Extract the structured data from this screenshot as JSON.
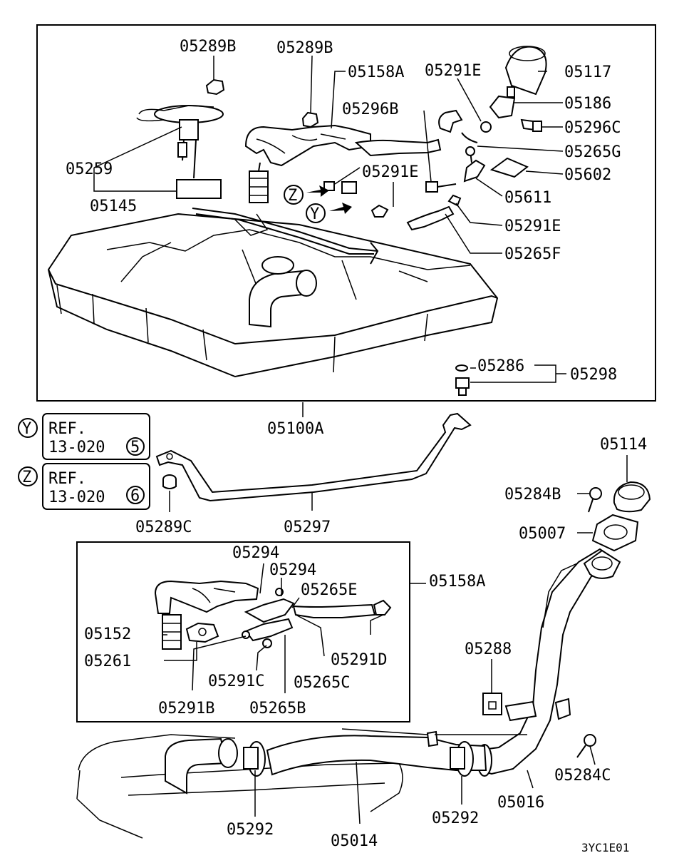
{
  "diagram_id": "3YC1E01",
  "refs": [
    {
      "letter": "Y",
      "line1": "REF.",
      "line2": "13-020",
      "num": "5"
    },
    {
      "letter": "Z",
      "line1": "REF.",
      "line2": "13-020",
      "num": "6"
    }
  ],
  "arrow_markers": {
    "z": "Z",
    "y": "Y"
  },
  "labels": {
    "p05289B_a": "05289B",
    "p05289B_b": "05289B",
    "p05158A_top": "05158A",
    "p05291E_top": "05291E",
    "p05117": "05117",
    "p05296B": "05296B",
    "p05186": "05186",
    "p05296C": "05296C",
    "p05265G": "05265G",
    "p05259": "05259",
    "p05291E_mid": "05291E",
    "p05602": "05602",
    "p05145": "05145",
    "p05611": "05611",
    "p05291E_low": "05291E",
    "p05265F": "05265F",
    "p05286": "05286",
    "p05298": "05298",
    "p05100A": "05100A",
    "p05114": "05114",
    "p05284B": "05284B",
    "p05007": "05007",
    "p05289C": "05289C",
    "p05297": "05297",
    "p05294_a": "05294",
    "p05294_b": "05294",
    "p05158A_low": "05158A",
    "p05265E": "05265E",
    "p05152": "05152",
    "p05261": "05261",
    "p05291D": "05291D",
    "p05288": "05288",
    "p05291C": "05291C",
    "p05265C": "05265C",
    "p05291B": "05291B",
    "p05265B": "05265B",
    "p05284C": "05284C",
    "p05016": "05016",
    "p05292_a": "05292",
    "p05292_b": "05292",
    "p05014": "05014"
  }
}
